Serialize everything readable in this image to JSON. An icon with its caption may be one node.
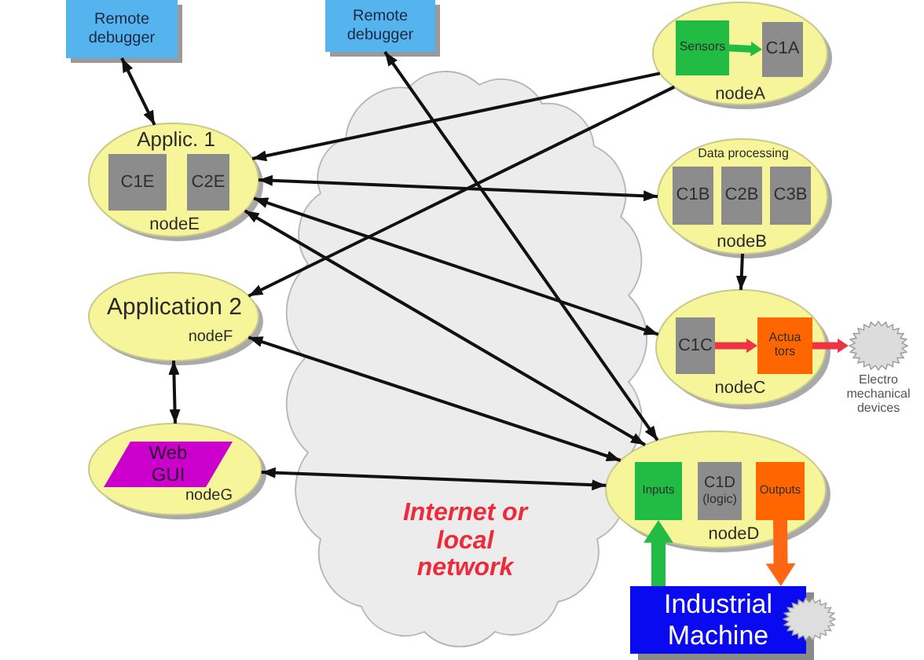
{
  "diagram": {
    "nodes": [
      {
        "text": [
          "Remote debugger"
        ]
      },
      {
        "text": [
          "Remote debugger"
        ]
      },
      {
        "text": [
          "nodeA"
        ]
      },
      {
        "text": [
          "Sensors"
        ],
        "in": 2
      },
      {
        "text": [
          "C1A"
        ],
        "in": 2
      },
      {
        "text": [
          "Applic. 1",
          "nodeE"
        ]
      },
      {
        "text": [
          "C1E"
        ],
        "in": 5
      },
      {
        "text": [
          "C2E"
        ],
        "in": 5
      },
      {
        "text": [
          "Data processing",
          "nodeB"
        ]
      },
      {
        "text": [
          "C1B"
        ],
        "in": 8
      },
      {
        "text": [
          "C2B"
        ],
        "in": 8
      },
      {
        "text": [
          "C3B"
        ],
        "in": 8
      },
      {
        "text": [
          "Application 2",
          "nodeF"
        ]
      },
      {
        "text": [
          "nodeC"
        ]
      },
      {
        "text": [
          "C1C"
        ],
        "in": 13
      },
      {
        "text": [
          "Actua tors"
        ],
        "in": 13
      },
      {
        "text": [],
        "shape": "gear",
        "beside": [
          "Electro mechanical devices"
        ]
      },
      {
        "text": [
          "nodeG"
        ]
      },
      {
        "text": [
          "Web GUI"
        ],
        "in": 17
      },
      {
        "text": [
          "nodeD"
        ]
      },
      {
        "text": [
          "Inputs"
        ],
        "in": 19
      },
      {
        "text": [
          "C1D",
          "(logic)"
        ],
        "in": 19
      },
      {
        "text": [
          "Outputs"
        ],
        "in": 19
      },
      {
        "text": [
          "Industrial Machine"
        ]
      }
    ],
    "edges": [
      {
        "from": 0,
        "to": 5,
        "arrow": "both"
      },
      {
        "from": 1,
        "to": 19,
        "arrow": "both"
      },
      {
        "from": 2,
        "to": 5,
        "arrow": "to"
      },
      {
        "from": 2,
        "to": 12,
        "arrow": "to"
      },
      {
        "from": 5,
        "to": 8,
        "arrow": "both"
      },
      {
        "from": 5,
        "to": 13,
        "arrow": "both"
      },
      {
        "from": 5,
        "to": 19,
        "arrow": "both"
      },
      {
        "from": 12,
        "to": 19,
        "arrow": "both"
      },
      {
        "from": 17,
        "to": 19,
        "arrow": "both"
      },
      {
        "from": 12,
        "to": 17,
        "arrow": "both"
      },
      {
        "from": 8,
        "to": 13,
        "arrow": "to"
      },
      {
        "from": 3,
        "to": 4,
        "arrow": "to",
        "style": "thick",
        "color": "#22bb44"
      },
      {
        "from": 14,
        "to": 15,
        "arrow": "to",
        "style": "thick",
        "color": "#ee3344"
      },
      {
        "from": 15,
        "to": 16,
        "arrow": "to",
        "style": "thick",
        "color": "#ee3344"
      },
      {
        "from": 23,
        "to": 20,
        "arrow": "to",
        "style": "thick",
        "color": "#22bb44"
      },
      {
        "from": 22,
        "to": 23,
        "arrow": "to",
        "style": "thick",
        "color": "#ff6611"
      }
    ],
    "labels": [
      "Internet or local network"
    ]
  }
}
